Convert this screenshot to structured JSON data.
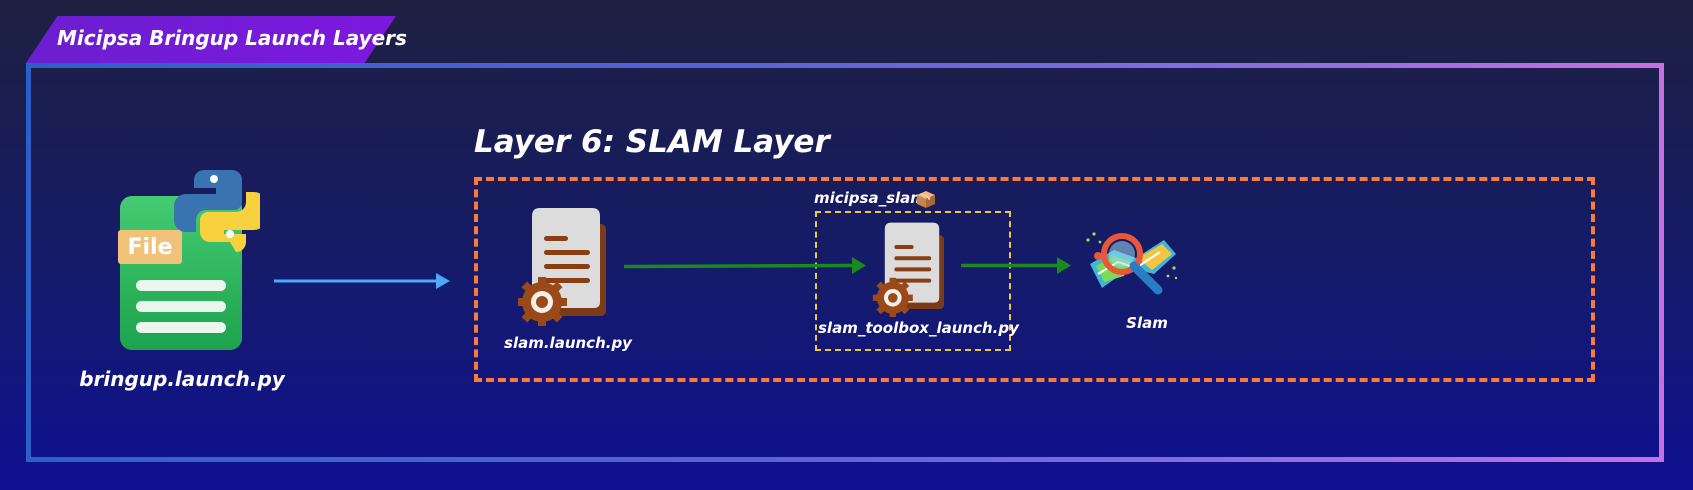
{
  "header": {
    "title": "Micipsa Bringup Launch Layers"
  },
  "layer": {
    "title": "Layer 6: SLAM Layer"
  },
  "package": {
    "name": "micipsa_slam",
    "icon": "package-box-icon"
  },
  "nodes": {
    "bringup": {
      "label": "bringup.launch.py",
      "icon": "python-file-icon"
    },
    "slam_launch": {
      "label": "slam.launch.py",
      "icon": "launch-file-gear-icon"
    },
    "slam_toolbox_launch": {
      "label": "slam_toolbox_launch.py",
      "icon": "launch-file-gear-icon"
    },
    "slam": {
      "label": "Slam",
      "icon": "map-magnifier-icon"
    }
  },
  "colors": {
    "title_tab": "#7d18de",
    "frame_start": "#2d5fc9",
    "frame_end": "#c86fe0",
    "layer_border": "#ff7a33",
    "package_border": "#f0c93a",
    "entry_arrow": "#4aa8ff",
    "flow_arrow": "#1a8a1f"
  }
}
